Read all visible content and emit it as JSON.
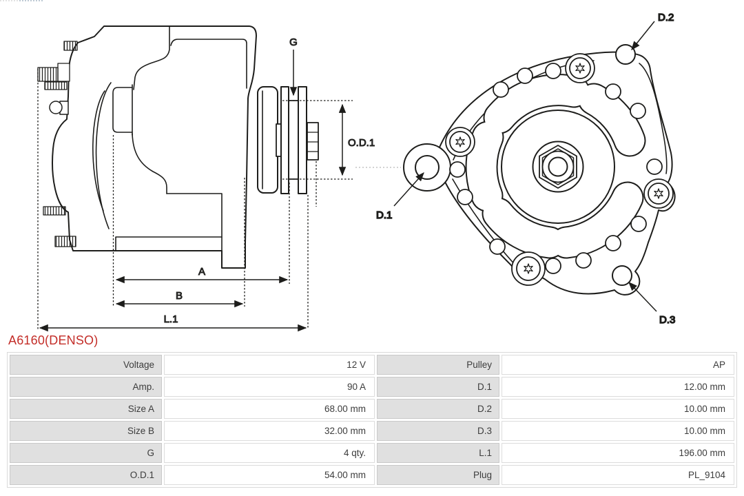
{
  "page": {
    "title": "A6160(DENSO)"
  },
  "diagram": {
    "side_view": {
      "dimension_labels": {
        "g": "G",
        "od1": "O.D.1",
        "a": "A",
        "b": "B",
        "l1": "L.1"
      }
    },
    "front_view": {
      "dimension_labels": {
        "d1": "D.1",
        "d2": "D.2",
        "d3": "D.3"
      }
    }
  },
  "spec_table": {
    "left": [
      {
        "label": "Voltage",
        "value": "12 V"
      },
      {
        "label": "Amp.",
        "value": "90 A"
      },
      {
        "label": "Size A",
        "value": "68.00 mm"
      },
      {
        "label": "Size B",
        "value": "32.00 mm"
      },
      {
        "label": "G",
        "value": "4 qty."
      },
      {
        "label": "O.D.1",
        "value": "54.00 mm"
      }
    ],
    "right": [
      {
        "label": "Pulley",
        "value": "AP"
      },
      {
        "label": "D.1",
        "value": "12.00 mm"
      },
      {
        "label": "D.2",
        "value": "10.00 mm"
      },
      {
        "label": "D.3",
        "value": "10.00 mm"
      },
      {
        "label": "L.1",
        "value": "196.00 mm"
      },
      {
        "label": "Plug",
        "value": "PL_9104"
      }
    ]
  },
  "colors": {
    "accent_red": "#c32d28",
    "drawing_line": "#1d1d1b",
    "table_label_bg": "#e0e0e0",
    "table_border": "#c9c9c9"
  }
}
